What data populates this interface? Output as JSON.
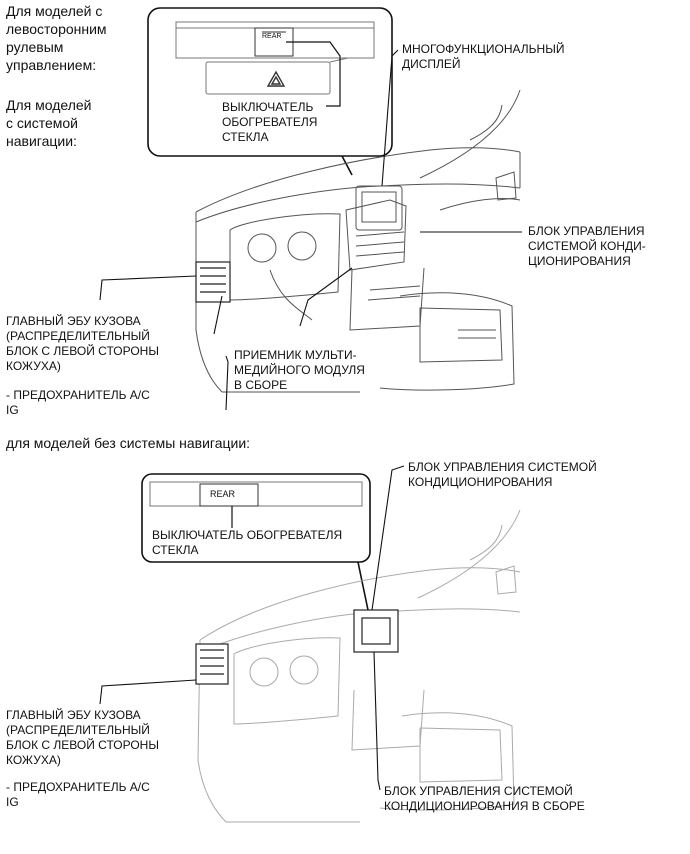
{
  "section1": {
    "lhd_heading": "Для моделей с\nлевосторонним\nрулевым\nуправлением:",
    "nav_heading": "Для моделей\nс системой\nнавигации:",
    "switch_label": "REAR",
    "callouts": {
      "multi_display": "МНОГОФУНКЦИОНАЛЬНЫЙ\nДИСПЛЕЙ",
      "defogger_switch": "ВЫКЛЮЧАТЕЛЬ\nОБОГРЕВАТЕЛЯ\nСТЕКЛА",
      "ac_control": "БЛОК УПРАВЛЕНИЯ\nСИСТЕМОЙ КОНДИ-\nЦИОНИРОВАНИЯ",
      "main_ecu": "ГЛАВНЫЙ ЭБУ КУЗОВА\n(РАСПРЕДЕЛИТЕЛЬНЫЙ\nБЛОК С ЛЕВОЙ СТОРОНЫ\nКОЖУХА)",
      "fuse": "- ПРЕДОХРАНИТЕЛЬ A/C\nIG",
      "multimedia": "ПРИЕМНИК МУЛЬТИ-\nМЕДИЙНОГО МОДУЛЯ\nВ СБОРЕ"
    }
  },
  "section2": {
    "heading": "для моделей без системы навигации:",
    "switch_label": "REAR",
    "callouts": {
      "ac_control": "БЛОК УПРАВЛЕНИЯ СИСТЕМОЙ\nКОНДИЦИОНИРОВАНИЯ",
      "defogger_switch": "ВЫКЛЮЧАТЕЛЬ ОБОГРЕВАТЕЛЯ\nСТЕКЛА",
      "main_ecu": "ГЛАВНЫЙ ЭБУ КУЗОВА\n(РАСПРЕДЕЛИТЕЛЬНЫЙ\nБЛОК С ЛЕВОЙ СТОРОНЫ\nКОЖУХА)",
      "fuse": "- ПРЕДОХРАНИТЕЛЬ A/C\nIG",
      "ac_assembly": "БЛОК УПРАВЛЕНИЯ СИСТЕМОЙ\nКОНДИЦИОНИРОВАНИЯ В СБОРЕ"
    }
  }
}
